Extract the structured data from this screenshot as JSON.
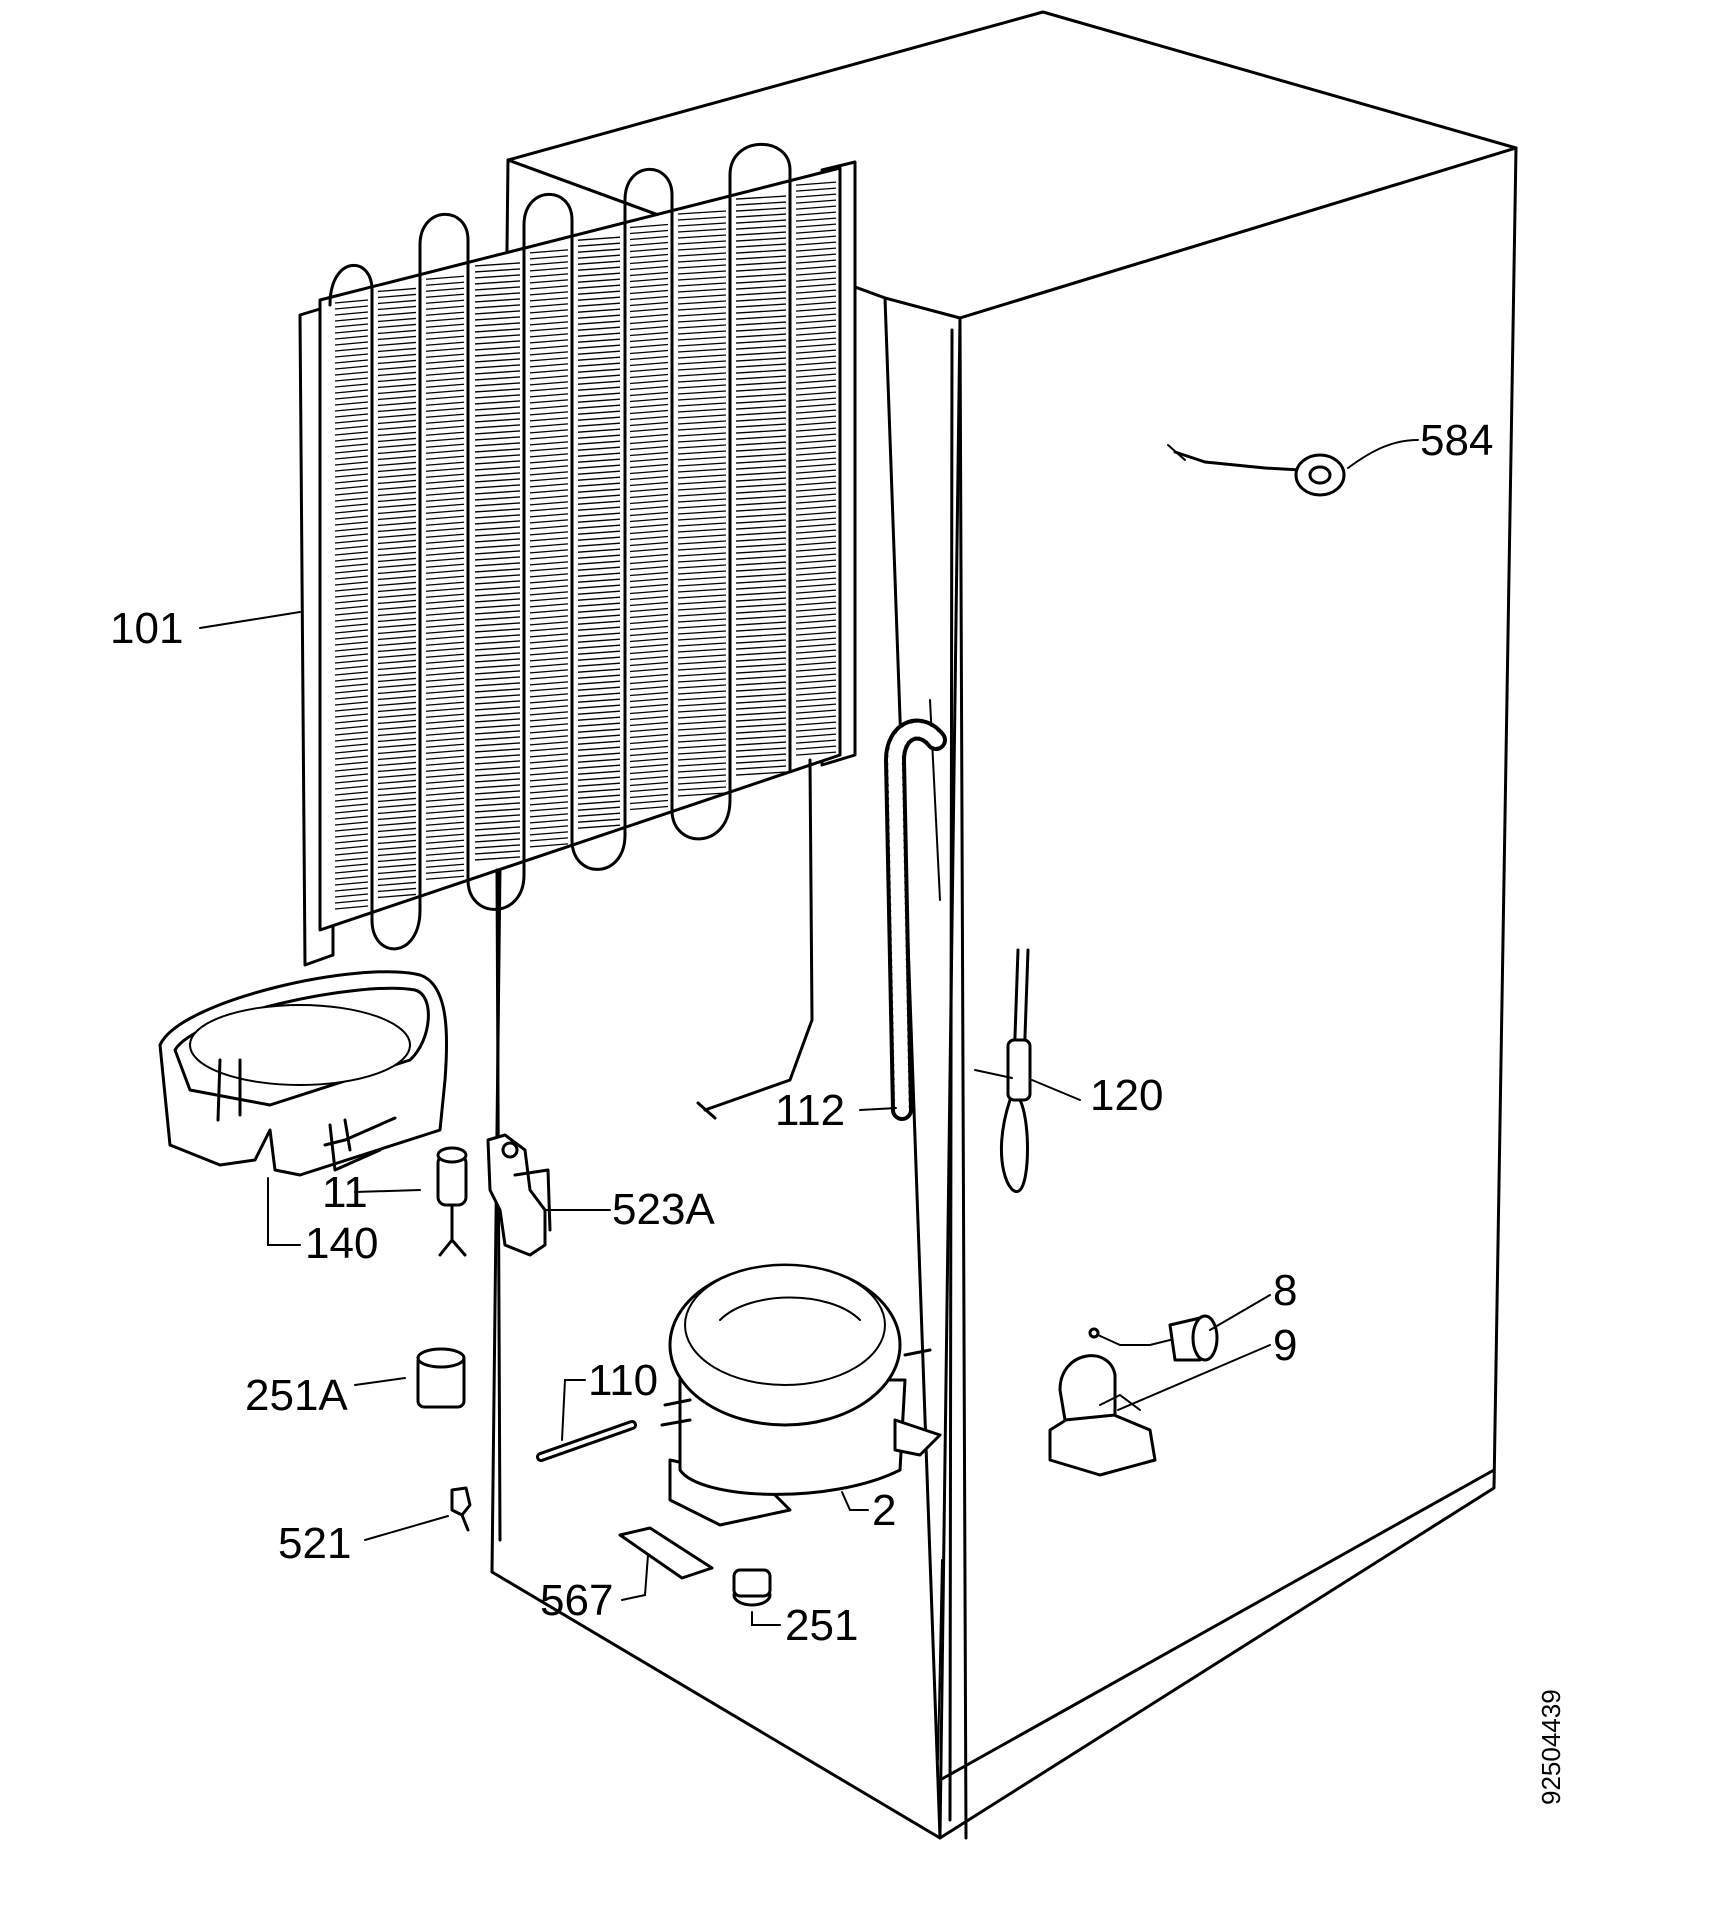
{
  "diagram": {
    "drawing_number": "92504439",
    "parts": {
      "p101": "101",
      "p584": "584",
      "p112": "112",
      "p120": "120",
      "p11": "11",
      "p523a": "523A",
      "p140": "140",
      "p8": "8",
      "p9": "9",
      "p110": "110",
      "p251a": "251A",
      "p2": "2",
      "p521": "521",
      "p567": "567",
      "p251": "251"
    }
  }
}
